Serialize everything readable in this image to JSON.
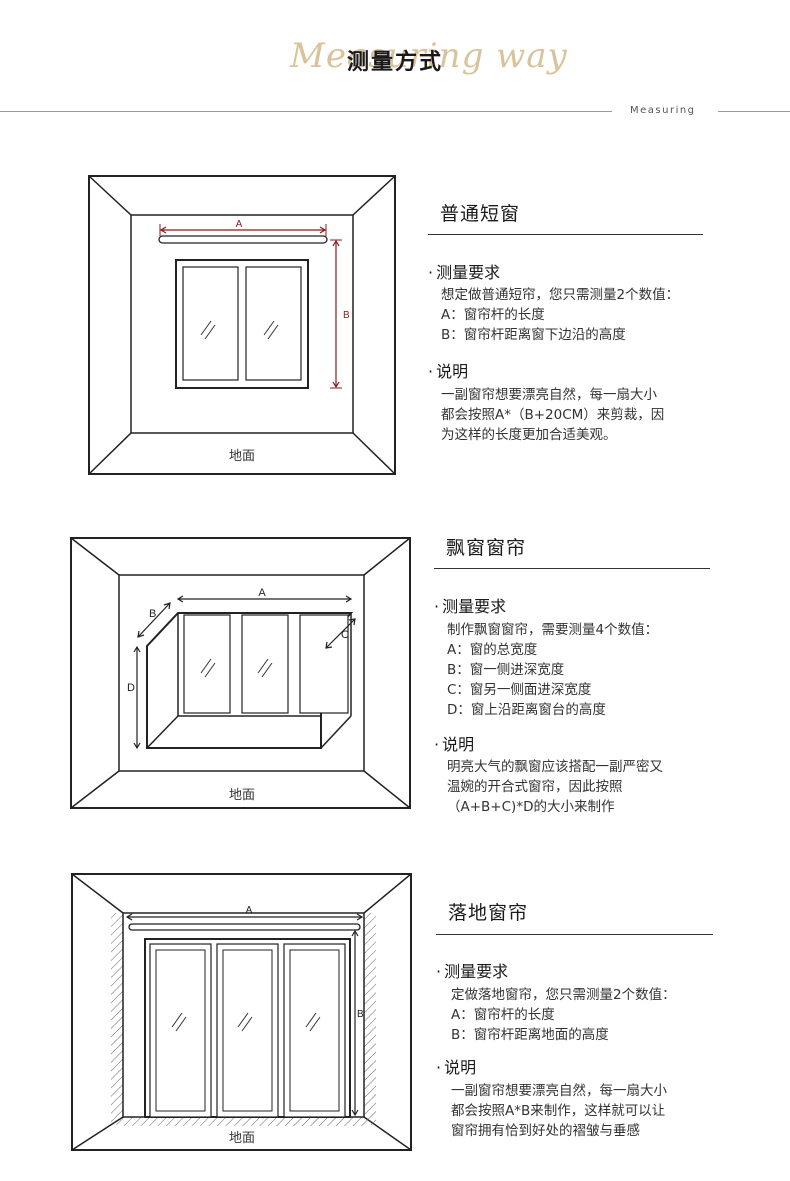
{
  "header": {
    "title": "测量方式",
    "script_text": "Measuring way",
    "side_label": "Measuring"
  },
  "sections": [
    {
      "title": "普通短窗",
      "floor_label": "地面",
      "dim_labels": [
        "A",
        "B"
      ],
      "req_heading": "测量要求",
      "req_lines": [
        "想定做普通短帘，您只需测量2个数值：",
        "A：窗帘杆的长度",
        "B：窗帘杆距离窗下边沿的高度"
      ],
      "note_heading": "说明",
      "note_lines": [
        "一副窗帘想要漂亮自然，每一扇大小",
        "都会按照A*（B+20CM）来剪裁，因",
        "为这样的长度更加合适美观。"
      ]
    },
    {
      "title": "飘窗窗帘",
      "floor_label": "地面",
      "dim_labels": [
        "A",
        "B",
        "C",
        "D"
      ],
      "req_heading": "测量要求",
      "req_lines": [
        "制作飘窗窗帘，需要测量4个数值：",
        "A：窗的总宽度",
        "B：窗一侧进深宽度",
        "C：窗另一侧面进深宽度",
        "D：窗上沿距离窗台的高度"
      ],
      "note_heading": "说明",
      "note_lines": [
        "明亮大气的飘窗应该搭配一副严密又",
        "温婉的开合式窗帘，因此按照",
        "（A+B+C)*D的大小来制作"
      ]
    },
    {
      "title": "落地窗帘",
      "floor_label": "地面",
      "dim_labels": [
        "A",
        "B"
      ],
      "req_heading": "测量要求",
      "req_lines": [
        "定做落地窗帘，您只需测量2个数值：",
        "A：窗帘杆的长度",
        "B：窗帘杆距离地面的高度"
      ],
      "note_heading": "说明",
      "note_lines": [
        "一副窗帘想要漂亮自然，每一扇大小",
        "都会按照A*B来制作，这样就可以让",
        "窗帘拥有恰到好处的褶皱与垂感"
      ]
    }
  ],
  "colors": {
    "dimension": "#8a1a1a",
    "frame": "#222222",
    "accent_script": "#d8c39a"
  }
}
